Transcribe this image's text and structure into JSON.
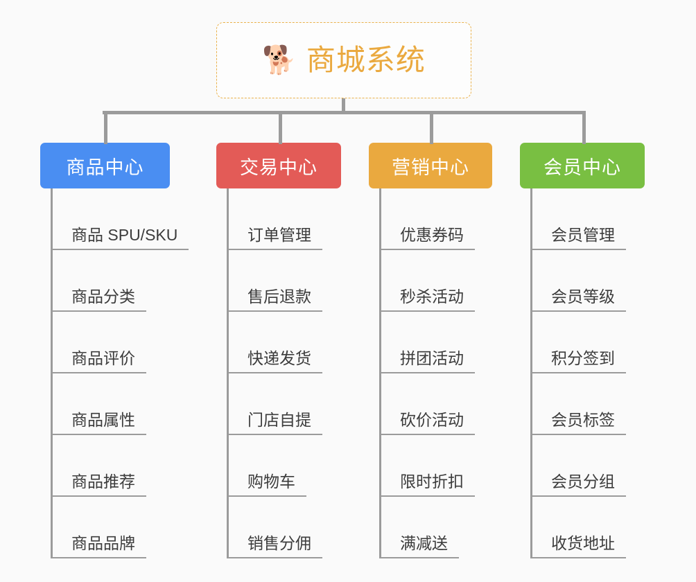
{
  "background_color": "#fafafa",
  "root": {
    "icon": "shiba-dog-face-emoji",
    "icon_glyph": "🐕",
    "title": "商城系统",
    "title_color": "#eaa93f",
    "border_color": "#eab14a"
  },
  "connector_color": "#9b9b9b",
  "columns": [
    {
      "label": "商品中心",
      "color": "#4a8ef2",
      "items": [
        "商品 SPU/SKU",
        "商品分类",
        "商品评价",
        "商品属性",
        "商品推荐",
        "商品品牌"
      ]
    },
    {
      "label": "交易中心",
      "color": "#e35b57",
      "items": [
        "订单管理",
        "售后退款",
        "快递发货",
        "门店自提",
        "购物车",
        "销售分佣"
      ]
    },
    {
      "label": "营销中心",
      "color": "#eaa93f",
      "items": [
        "优惠券码",
        "秒杀活动",
        "拼团活动",
        "砍价活动",
        "限时折扣",
        "满减送"
      ]
    },
    {
      "label": "会员中心",
      "color": "#79bf42",
      "items": [
        "会员管理",
        "会员等级",
        "积分签到",
        "会员标签",
        "会员分组",
        "收货地址"
      ]
    }
  ]
}
